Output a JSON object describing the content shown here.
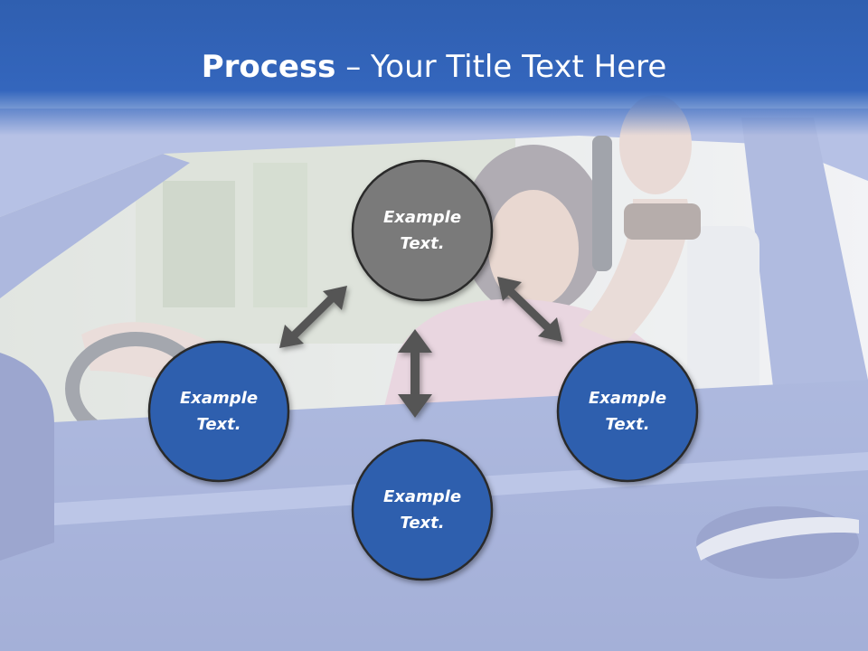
{
  "title": {
    "bold": "Process",
    "rest": " – Your Title Text Here"
  },
  "colors": {
    "header": "#3466bd",
    "node_blue": "#2f5fae",
    "node_gray": "#7a7a7a",
    "node_border": "#2a2a2a",
    "arrow": "#555555"
  },
  "diagram": {
    "nodes": [
      {
        "id": "top",
        "line1": "Example",
        "line2": "Text.",
        "style": "gray"
      },
      {
        "id": "left",
        "line1": "Example",
        "line2": "Text.",
        "style": "blue"
      },
      {
        "id": "right",
        "line1": "Example",
        "line2": "Text.",
        "style": "blue"
      },
      {
        "id": "bottom",
        "line1": "Example",
        "line2": "Text.",
        "style": "blue"
      }
    ],
    "connectors": [
      {
        "from": "top",
        "to": "left",
        "direction": "bidirectional"
      },
      {
        "from": "top",
        "to": "right",
        "direction": "bidirectional"
      },
      {
        "from": "top",
        "to": "bottom",
        "direction": "bidirectional"
      }
    ]
  }
}
